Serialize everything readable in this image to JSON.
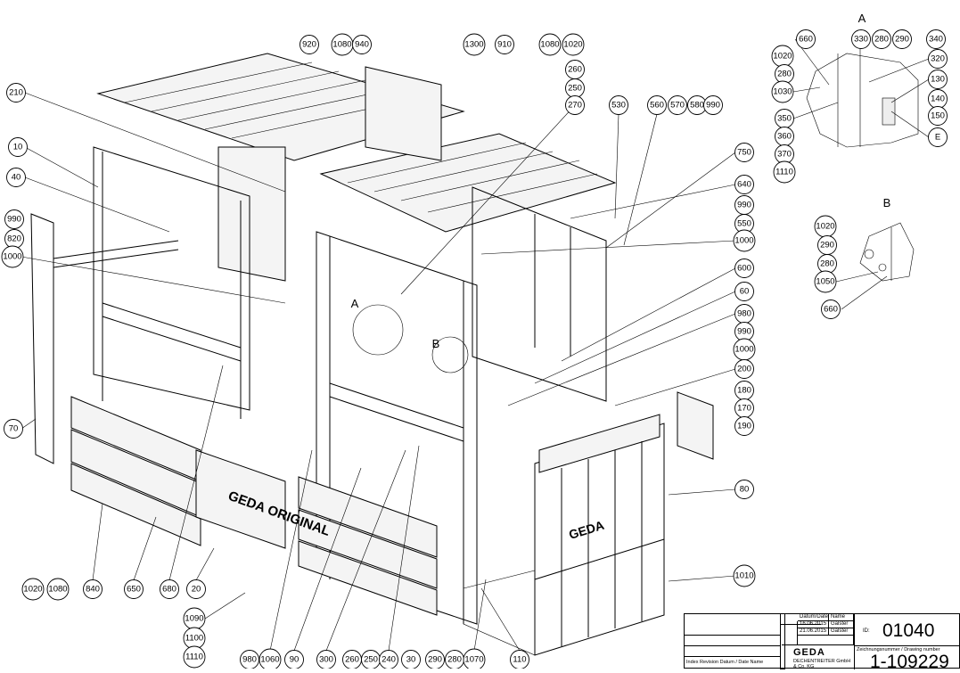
{
  "drawing": {
    "main_balloons": [
      "920",
      "1080",
      "940",
      "1300",
      "910",
      "1080",
      "1020",
      "260",
      "250",
      "270",
      "530",
      "560",
      "570",
      "580",
      "990",
      "210",
      "10",
      "40",
      "990",
      "820",
      "1000",
      "70",
      "750",
      "640",
      "990",
      "550",
      "1000",
      "600",
      "60",
      "980",
      "990",
      "1000",
      "200",
      "180",
      "170",
      "190",
      "80",
      "1010",
      "1020",
      "1080",
      "840",
      "650",
      "680",
      "20",
      "1090",
      "1100",
      "1110",
      "980",
      "1060",
      "90",
      "300",
      "260",
      "250",
      "240",
      "30",
      "290",
      "280",
      "1070",
      "110"
    ],
    "view_markers": [
      "A",
      "B"
    ],
    "logo_text": "GEDA ORIGINAL"
  },
  "detail_a": {
    "title": "A",
    "balloons": [
      "660",
      "330",
      "280",
      "290",
      "340",
      "1020",
      "280",
      "1030",
      "320",
      "130",
      "140",
      "150",
      "E",
      "350",
      "360",
      "370",
      "1110"
    ]
  },
  "detail_b": {
    "title": "B",
    "balloons": [
      "1020",
      "290",
      "280",
      "1050",
      "660"
    ]
  },
  "title_block": {
    "date_header": "Datum/Date",
    "name_header": "Name",
    "date_1": "16.06.2015",
    "name_1": "Galster",
    "date_2": "21.06.2015",
    "name_2": "Galster",
    "id_label": "ID:",
    "id_value": "01040",
    "drawing_number_label": "Zeichnungsnummer / Drawing number",
    "drawing_number": "1-109229",
    "company_logo": "GEDA",
    "company": "DECHENTREITER GmbH & Co. KG",
    "revision_header": "Index  Revision  Datum / Date  Name"
  }
}
